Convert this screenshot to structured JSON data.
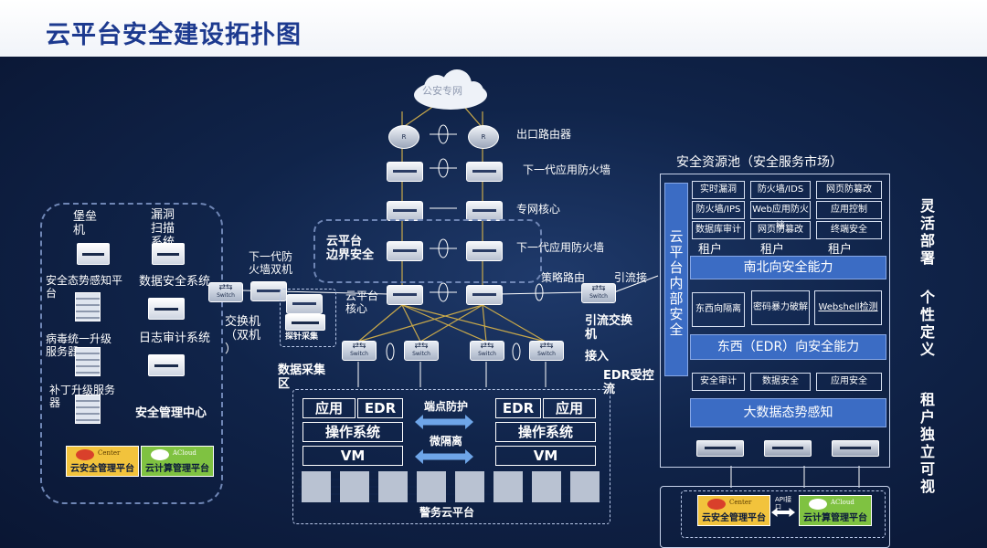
{
  "title": "云平台安全建设拓扑图",
  "cloud": {
    "label": "公安专网"
  },
  "core": {
    "exit_router": "出口路由器",
    "ngfw_top": "下一代应用防火墙",
    "private_core": "专网核心",
    "ngfw_mid": "下一代应用防火墙",
    "boundary_security": "云平台\n边界安全",
    "cloud_core": "云平台\n核心",
    "policy_route": "策略路由",
    "redirect": "引流接",
    "redirect_switch": "引流交换\n机",
    "access": "接入",
    "edr": "EDR受控\n流"
  },
  "left": {
    "bastion": "堡垒\n机",
    "vuln_scan": "漏洞\n扫描\n系统",
    "situation": "安全态势感知平\n台",
    "data_security": "数据安全系统",
    "antivirus": "病毒统一升级\n服务器",
    "log_audit": "日志审计系统",
    "patch": "补丁升级服务\n器",
    "mgmt_center": "安全管理中心",
    "ngfw_dual": "下一代防\n火墙双机",
    "switch_dual": "交换机\n（双机\n）",
    "probe": "探针采集",
    "data_collection": "数据采集\n区"
  },
  "bottom": {
    "app_left": "应用",
    "edr_left": "EDR",
    "os_left": "操作系统",
    "vm_left": "VM",
    "endpoint": "端点防护",
    "micro_isolation": "微隔离",
    "edr_right": "EDR",
    "app_right": "应用",
    "os_right": "操作系统",
    "vm_right": "VM",
    "cloud_platform": "警务云平台"
  },
  "logos": {
    "center_word": "Center",
    "acloud_word": "ACloud",
    "security_mgmt": "云安全管理平台",
    "compute_mgmt": "云计算管理平台"
  },
  "pool": {
    "title": "安全资源池（安全服务市场）",
    "inner_label": "云平台内部安全",
    "row1": [
      "实时漏洞",
      "防火墙/IDS",
      "网页防篡改"
    ],
    "row2": [
      "防火墙/IPS",
      "Web应用防火墙",
      "应用控制"
    ],
    "row3": [
      "数据库审计",
      "网页防篡改",
      "终端安全"
    ],
    "tenants": [
      "租户\nA",
      "租户\nB",
      "租户\nC"
    ],
    "ns_bar": "南北向安全能力",
    "row4": [
      "东西向隔离",
      "密码暴力破解",
      "Webshell检测"
    ],
    "ew_bar": "东西（EDR）向安全能力",
    "row5": [
      "安全审计",
      "数据安全",
      "应用安全"
    ],
    "bigdata_bar": "大数据态势感知",
    "api_label": "API接\n口"
  },
  "right_text": {
    "flexible": "灵活部署",
    "custom": "个性定义",
    "tenant": "租户独立可视"
  },
  "icons": [
    "cloud-icon",
    "router-icon",
    "firewall-icon",
    "switch-icon",
    "server-icon",
    "rack-icon",
    "double-arrow-icon"
  ]
}
